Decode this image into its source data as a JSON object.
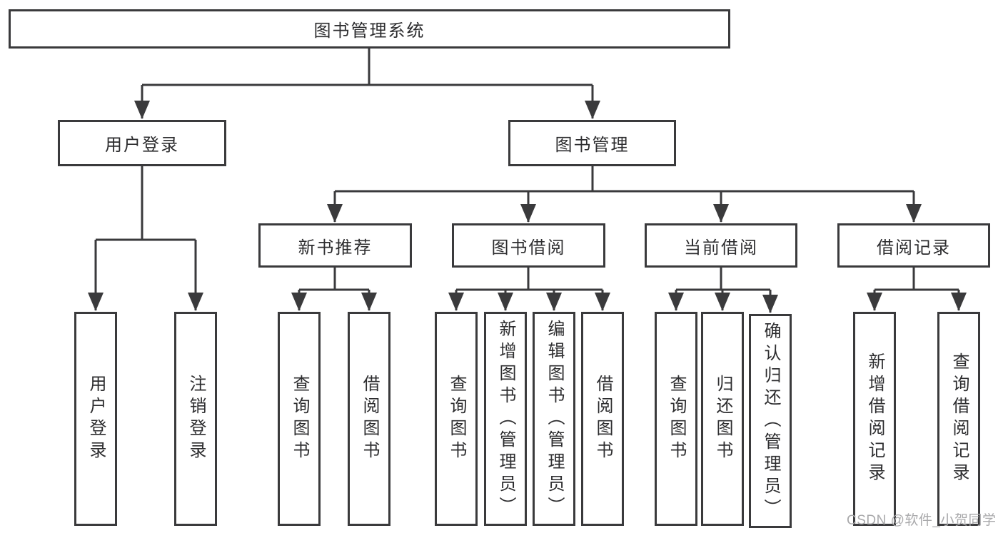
{
  "diagram": {
    "title": "图书管理系统",
    "watermark": "CSDN @软件_小贺同学",
    "colors": {
      "line": "#3a3a3c",
      "text": "#2d2d2f",
      "background": "#ffffff",
      "watermark": "#a9a9ab"
    },
    "nodes": {
      "root": {
        "label": "图书管理系统"
      },
      "user_login": {
        "label": "用户登录"
      },
      "book_mgmt": {
        "label": "图书管理"
      },
      "new_book_rec": {
        "label": "新书推荐"
      },
      "book_borrow": {
        "label": "图书借阅"
      },
      "current_borrow": {
        "label": "当前借阅"
      },
      "borrow_record": {
        "label": "借阅记录"
      },
      "user_login_leaf": {
        "label": "用户登录"
      },
      "logout_leaf": {
        "label": "注销登录"
      },
      "nb_query": {
        "label": "查询图书"
      },
      "nb_borrow": {
        "label": "借阅图书"
      },
      "bb_query": {
        "label": "查询图书"
      },
      "bb_add": {
        "label": "新增图书（管理员）"
      },
      "bb_edit": {
        "label": "编辑图书（管理员）"
      },
      "bb_borrow": {
        "label": "借阅图书"
      },
      "cb_query": {
        "label": "查询图书"
      },
      "cb_return": {
        "label": "归还图书"
      },
      "cb_confirm": {
        "label": "确认归还（管理员）"
      },
      "br_add": {
        "label": "新增借阅记录"
      },
      "br_query": {
        "label": "查询借阅记录"
      }
    },
    "edges": [
      [
        "root",
        "user_login"
      ],
      [
        "root",
        "book_mgmt"
      ],
      [
        "user_login",
        "user_login_leaf"
      ],
      [
        "user_login",
        "logout_leaf"
      ],
      [
        "book_mgmt",
        "new_book_rec"
      ],
      [
        "book_mgmt",
        "book_borrow"
      ],
      [
        "book_mgmt",
        "current_borrow"
      ],
      [
        "book_mgmt",
        "borrow_record"
      ],
      [
        "new_book_rec",
        "nb_query"
      ],
      [
        "new_book_rec",
        "nb_borrow"
      ],
      [
        "book_borrow",
        "bb_query"
      ],
      [
        "book_borrow",
        "bb_add"
      ],
      [
        "book_borrow",
        "bb_edit"
      ],
      [
        "book_borrow",
        "bb_borrow"
      ],
      [
        "current_borrow",
        "cb_query"
      ],
      [
        "current_borrow",
        "cb_return"
      ],
      [
        "current_borrow",
        "cb_confirm"
      ],
      [
        "borrow_record",
        "br_add"
      ],
      [
        "borrow_record",
        "br_query"
      ]
    ]
  }
}
